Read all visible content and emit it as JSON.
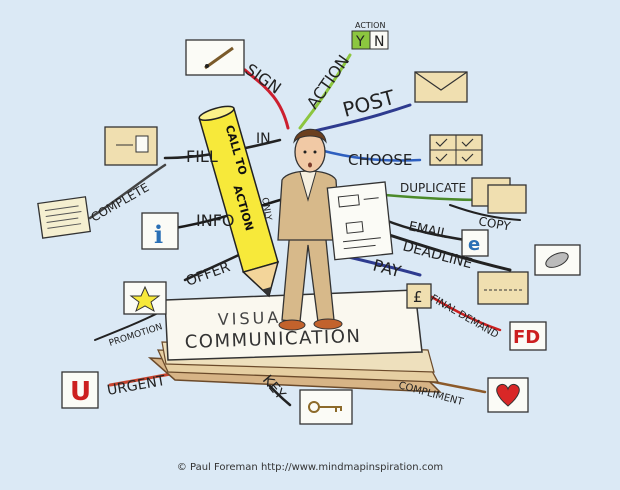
{
  "colors": {
    "background": "#dbe9f5",
    "pencil": "#f7e93a",
    "card": "#f5f0d8",
    "heart": "#d92727",
    "urgent_letter": "#cc1f1f",
    "info_icon": "#2a6fb5",
    "skin": "#f1c9a5",
    "suit": "#d7b98a"
  },
  "center": {
    "line1": "VISUAL",
    "line2": "COMMUNICATION"
  },
  "pencil_text": {
    "line1": "CALL TO",
    "line2": "ACTION"
  },
  "branches": {
    "sign": "SIGN",
    "action": "ACTION",
    "action_small": "ACTION",
    "yes": "Y",
    "no": "N",
    "post": "POST",
    "fill": "FILL",
    "in": "IN",
    "choose": "CHOOSE",
    "complete": "COMPLETE",
    "info": "INFO",
    "only": "ONLY",
    "duplicate": "DUPLICATE",
    "copy": "COPY",
    "email": "EMAIL",
    "email_icon": "e",
    "deadline": "DEADLINE",
    "offer": "OFFER",
    "pay": "PAY",
    "pound": "£",
    "final_demand": "FINAL DEMAND",
    "fd": "FD",
    "promotion": "PROMOTION",
    "urgent": "URGENT",
    "urgent_letter": "U",
    "info_letter": "i",
    "key": "KEY",
    "compliment": "COMPLIMENT"
  },
  "icons": [
    "pen-icon",
    "envelope-icon",
    "checkbox-grid-icon",
    "document-icon",
    "notepad-icon",
    "info-icon",
    "star-icon",
    "copy-icon",
    "email-icon",
    "satellite-icon",
    "deadline-card-icon",
    "pound-icon",
    "fd-icon",
    "urgent-icon",
    "key-icon",
    "heart-icon"
  ],
  "credit": "© Paul Foreman http://www.mindmapinspiration.com"
}
